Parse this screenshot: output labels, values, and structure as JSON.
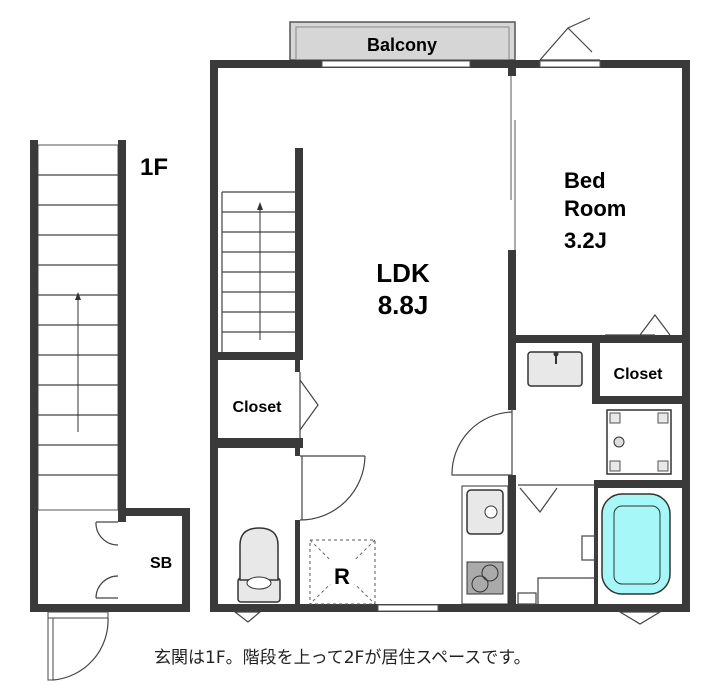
{
  "floor_label": "1F",
  "rooms": {
    "balcony": "Balcony",
    "ldk_name": "LDK",
    "ldk_size": "8.8J",
    "bedroom_line1": "Bed",
    "bedroom_line2": "Room",
    "bedroom_size": "3.2J",
    "closet_left": "Closet",
    "closet_right": "Closet",
    "storage": "SB",
    "refrigerator": "R"
  },
  "note": "玄関は1F。階段を上って2Fが居住スペースです。",
  "colors": {
    "wall": "#3a3a3a",
    "bathtub": "#a6f7f7",
    "balcony": "#d6d6d6"
  }
}
